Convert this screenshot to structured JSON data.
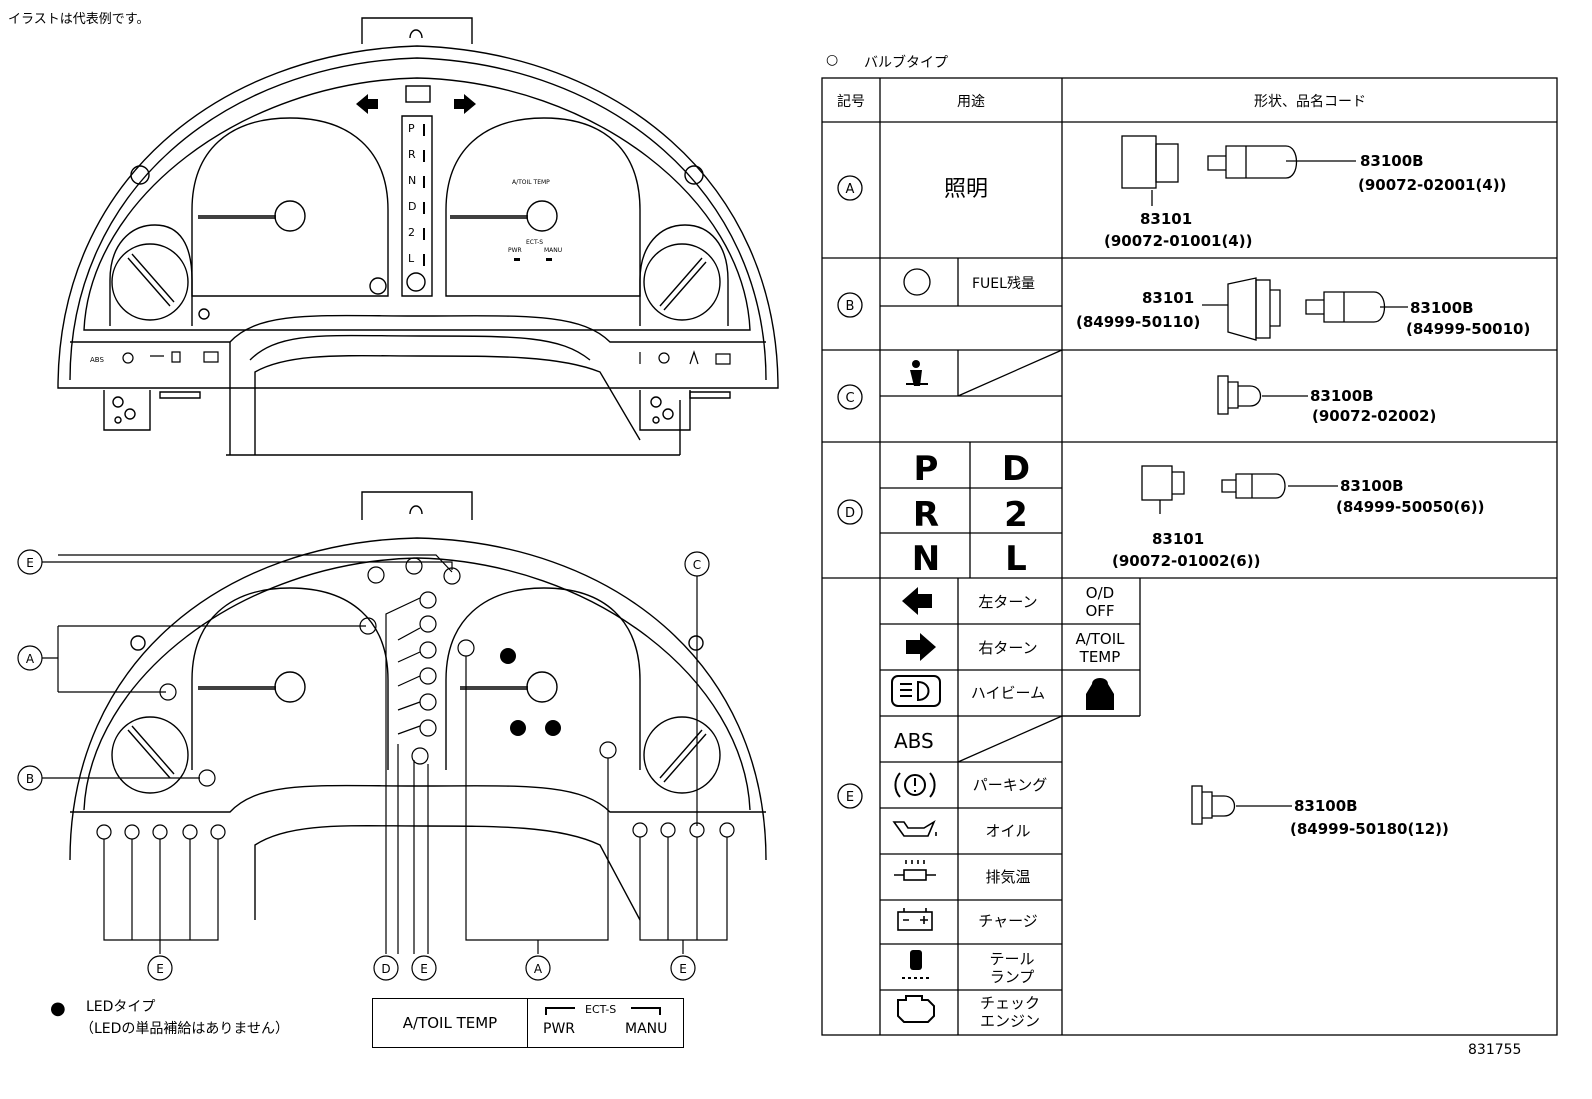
{
  "header": {
    "note": "イラストは代表例です。"
  },
  "instrument_top": {
    "gear_letters": [
      "P",
      "R",
      "N",
      "D",
      "2",
      "L"
    ],
    "atoil_small": "A/TOIL TEMP",
    "ect_small": "ECT-S",
    "pwr_small": "PWR",
    "manu_small": "MANU",
    "abs_small": "ABS"
  },
  "callouts": {
    "E": "E",
    "A": "A",
    "B": "B",
    "C": "C",
    "D": "D"
  },
  "legend": {
    "led_marker": "●",
    "led_title": "LEDタイプ",
    "led_note": "（LEDの単品補給はありません）",
    "panel_atoil": "A/TOIL TEMP",
    "panel_ect": "ECT-S",
    "panel_pwr": "PWR",
    "panel_manu": "MANU"
  },
  "table": {
    "title_marker": "○",
    "title": "バルブタイプ",
    "headers": {
      "symbol": "記号",
      "usage": "用途",
      "shape": "形状、品名コード"
    },
    "rowA": {
      "symbol": "A",
      "usage": "照明",
      "code1": "83100B",
      "sub1": "(90072-02001(4))",
      "code2": "83101",
      "sub2": "(90072-01001(4))"
    },
    "rowB": {
      "symbol": "B",
      "usage": "FUEL残量",
      "code1": "83101",
      "sub1": "(84999-50110)",
      "code2": "83100B",
      "sub2": "(84999-50010)"
    },
    "rowC": {
      "symbol": "C",
      "code1": "83100B",
      "sub1": "(90072-02002)"
    },
    "rowD": {
      "symbol": "D",
      "letters": [
        "P",
        "D",
        "R",
        "2",
        "N",
        "L"
      ],
      "code1": "83100B",
      "sub1": "(84999-50050(6))",
      "code2": "83101",
      "sub2": "(90072-01002(6))"
    },
    "rowE": {
      "symbol": "E",
      "items": [
        "左ターン",
        "右ターン",
        "ハイビーム",
        "ABS",
        "パーキング",
        "オイル",
        "排気温",
        "チャージ"
      ],
      "tail_1": "テール",
      "tail_2": "ランプ",
      "check_1": "チェック",
      "check_2": "エンジン",
      "od_1": "O/D",
      "od_2": "OFF",
      "atoil_1": "A/TOIL",
      "atoil_2": "TEMP",
      "code1": "83100B",
      "sub1": "(84999-50180(12))"
    }
  },
  "doc_number": "831755"
}
